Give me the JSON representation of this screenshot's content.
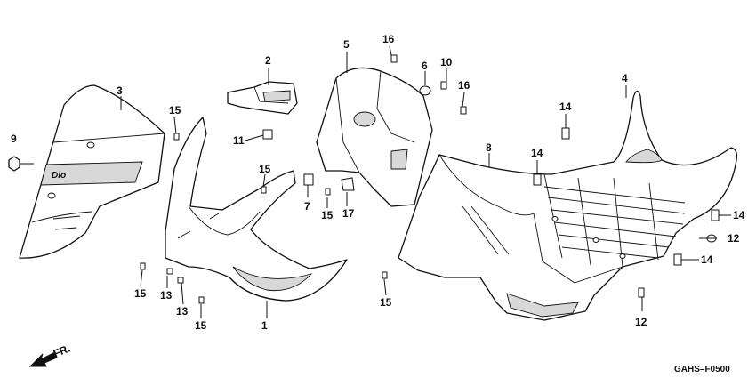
{
  "callouts": {
    "c1": "1",
    "c2": "2",
    "c3": "3",
    "c4": "4",
    "c5": "5",
    "c6": "6",
    "c7": "7",
    "c8": "8",
    "c9": "9",
    "c10": "10",
    "c11": "11",
    "c12a": "12",
    "c12b": "12",
    "c13a": "13",
    "c13b": "13",
    "c14a": "14",
    "c14b": "14",
    "c14c": "14",
    "c14d": "14",
    "c15a": "15",
    "c15b": "15",
    "c15c": "15",
    "c15d": "15",
    "c15e": "15",
    "c15f": "15",
    "c16a": "16",
    "c16b": "16",
    "c17": "17"
  },
  "fr_label": "FR.",
  "diagram_code": "GAHS–F0500",
  "windscreen_logo": "Dio"
}
